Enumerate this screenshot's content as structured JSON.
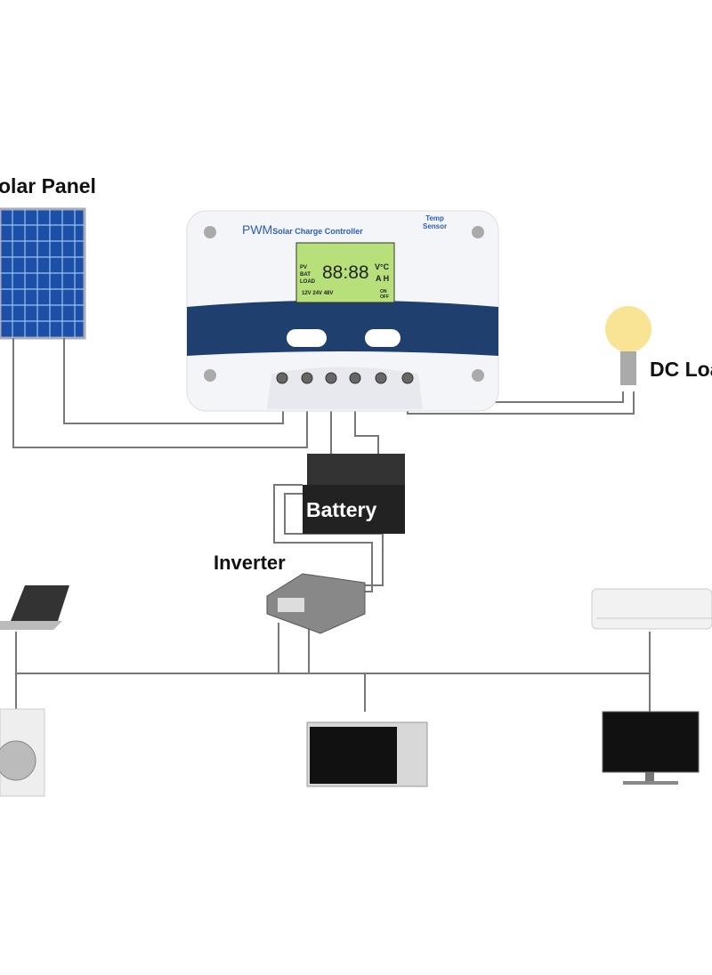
{
  "labels": {
    "solar_panel": "olar Panel",
    "dc_load": "DC Loa",
    "battery": "Battery",
    "inverter": "Inverter"
  },
  "controller": {
    "brand": "PWM",
    "title": "Solar Charge Controller",
    "temp_sensor_line1": "Temp",
    "temp_sensor_line2": "Sensor",
    "lcd": {
      "digits": "88:88",
      "unit_top": "V°C",
      "unit_bottom": "A H",
      "pv": "PV",
      "bat": "BAT",
      "load": "LOAD",
      "v12": "12V",
      "v24": "24V",
      "v48": "48V",
      "on": "ON",
      "off": "OFF"
    }
  },
  "colors": {
    "controller_band": "#1f3f6e",
    "lcd": "#b8e07a",
    "brand": "#2b5fb8"
  }
}
